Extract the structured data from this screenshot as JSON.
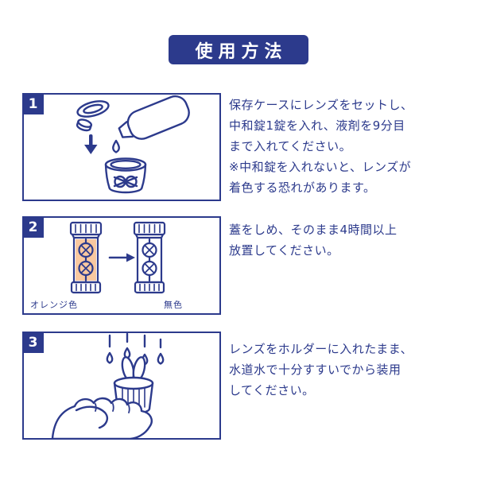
{
  "header": {
    "title": "使用方法"
  },
  "steps": [
    {
      "number": "1",
      "lines": [
        "保存ケースにレンズをセットし、",
        "中和錠1錠を入れ、液剤を9分目",
        "まで入れてください。",
        "※中和錠を入れないと、レンズが",
        "着色する恐れがあります。"
      ]
    },
    {
      "number": "2",
      "labels": {
        "left": "オレンジ色",
        "right": "無色"
      },
      "lines": [
        "蓋をしめ、そのまま4時間以上",
        "放置してください。"
      ]
    },
    {
      "number": "3",
      "lines": [
        "レンズをホルダーに入れたまま、",
        "水道水で十分すすいでから装用",
        "してください。"
      ]
    }
  ],
  "colors": {
    "navy": "#2c3a8c",
    "orange": "#f9c8a0",
    "white": "#ffffff"
  }
}
